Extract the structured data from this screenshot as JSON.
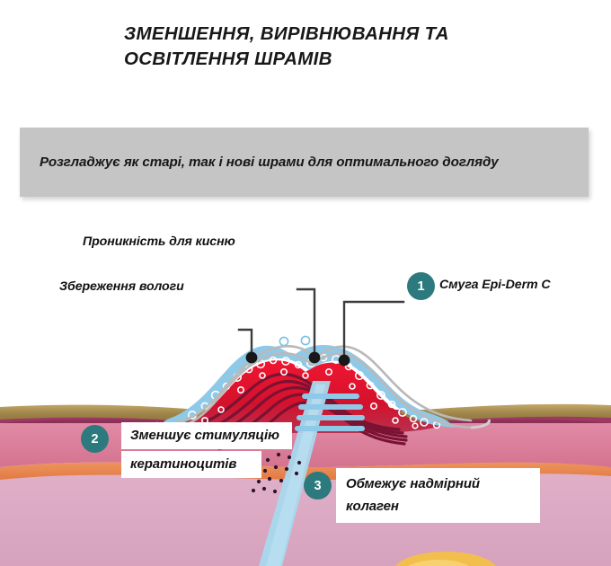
{
  "title": {
    "line1": "ЗМЕНШЕННЯ, ВИРІВНЮВАННЯ ТА",
    "line2": "ОСВІТЛЕННЯ ШРАМІВ"
  },
  "subtitle_banner": {
    "text": "Розгладжує як старі, так і нові шрами для оптимального догляду",
    "background_color": "#c5c5c5"
  },
  "diagram": {
    "type": "skin-cross-section-scar",
    "accent_color": "#2d7a7e",
    "callouts": [
      {
        "id": "oxygen",
        "label": "Проникність для кисню",
        "number": null
      },
      {
        "id": "moisture",
        "label": "Збереження вологи",
        "number": null
      },
      {
        "id": "strip",
        "label": "Смуга Epi-Derm C",
        "number": "1"
      },
      {
        "id": "keratinocytes_line1",
        "label": "Зменшує стимуляцію",
        "number": "2"
      },
      {
        "id": "keratinocytes_line2",
        "label": "кератиноцитів",
        "number": null
      },
      {
        "id": "collagen",
        "label": "Обмежує надмірний колаген",
        "number": "3"
      }
    ],
    "badges": [
      {
        "number": "1",
        "color": "#2d7a7e"
      },
      {
        "number": "2",
        "color": "#2d7a7e"
      },
      {
        "number": "3",
        "color": "#2d7a7e"
      }
    ],
    "layers": [
      {
        "name": "epidermis",
        "color": "#a8894d"
      },
      {
        "name": "dermis-upper",
        "color": "#9c3a63"
      },
      {
        "name": "dermis-mid",
        "color": "#dd7f9d"
      },
      {
        "name": "dermis-band",
        "color": "#e9874f"
      },
      {
        "name": "hypodermis",
        "color": "#ddaac4"
      },
      {
        "name": "fat-lobule",
        "color": "#f5c14a"
      },
      {
        "name": "gel-sheet",
        "color": "#b7b7b7"
      },
      {
        "name": "moisture-layer",
        "color": "#8fc9e8"
      },
      {
        "name": "scar-tissue",
        "color": "#e8142d"
      },
      {
        "name": "collagen-bundles",
        "color": "#7a1233"
      },
      {
        "name": "vessel-band",
        "color": "#a8d8ee"
      }
    ]
  }
}
